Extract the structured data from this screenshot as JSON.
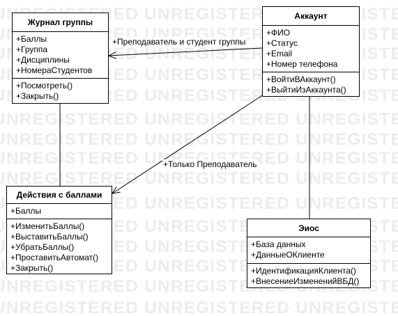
{
  "watermark_text": "UNREGISTERED UNREGISTERED UNREGISTERED UNREGISTERED",
  "classes": [
    {
      "name": "Журнал группы",
      "attributes": [
        "+Баллы",
        "+Группа",
        "+Дисциплины",
        "+НомераСтудентов"
      ],
      "methods": [
        "+Посмотреть()",
        "+Закрыть()"
      ]
    },
    {
      "name": "Аккаунт",
      "attributes": [
        "+ФИО",
        "+Статус",
        "+Email",
        "+Номер телефона"
      ],
      "methods": [
        "+ВойтиВАккаунт()",
        "+ВыйтиИзАккаунта()"
      ]
    },
    {
      "name": "Действия с баллами",
      "attributes": [
        "+Баллы"
      ],
      "methods": [
        "+ИзменитьБаллы()",
        "+ВыставитьБаллы()",
        "+УбратьБаллы()",
        "+ПроставитьАвтомат()",
        "+Закрыть()"
      ]
    },
    {
      "name": "Эиос",
      "attributes": [
        "+База данных",
        "+ДанныеОКлиенте"
      ],
      "methods": [
        "+ИдентификацияКлиента()",
        "+ВнесениеИзмененийВБД()"
      ]
    }
  ],
  "associations": [
    {
      "label": "+Преподаватель и студент группы"
    },
    {
      "label": "+Только Преподаватель"
    }
  ]
}
